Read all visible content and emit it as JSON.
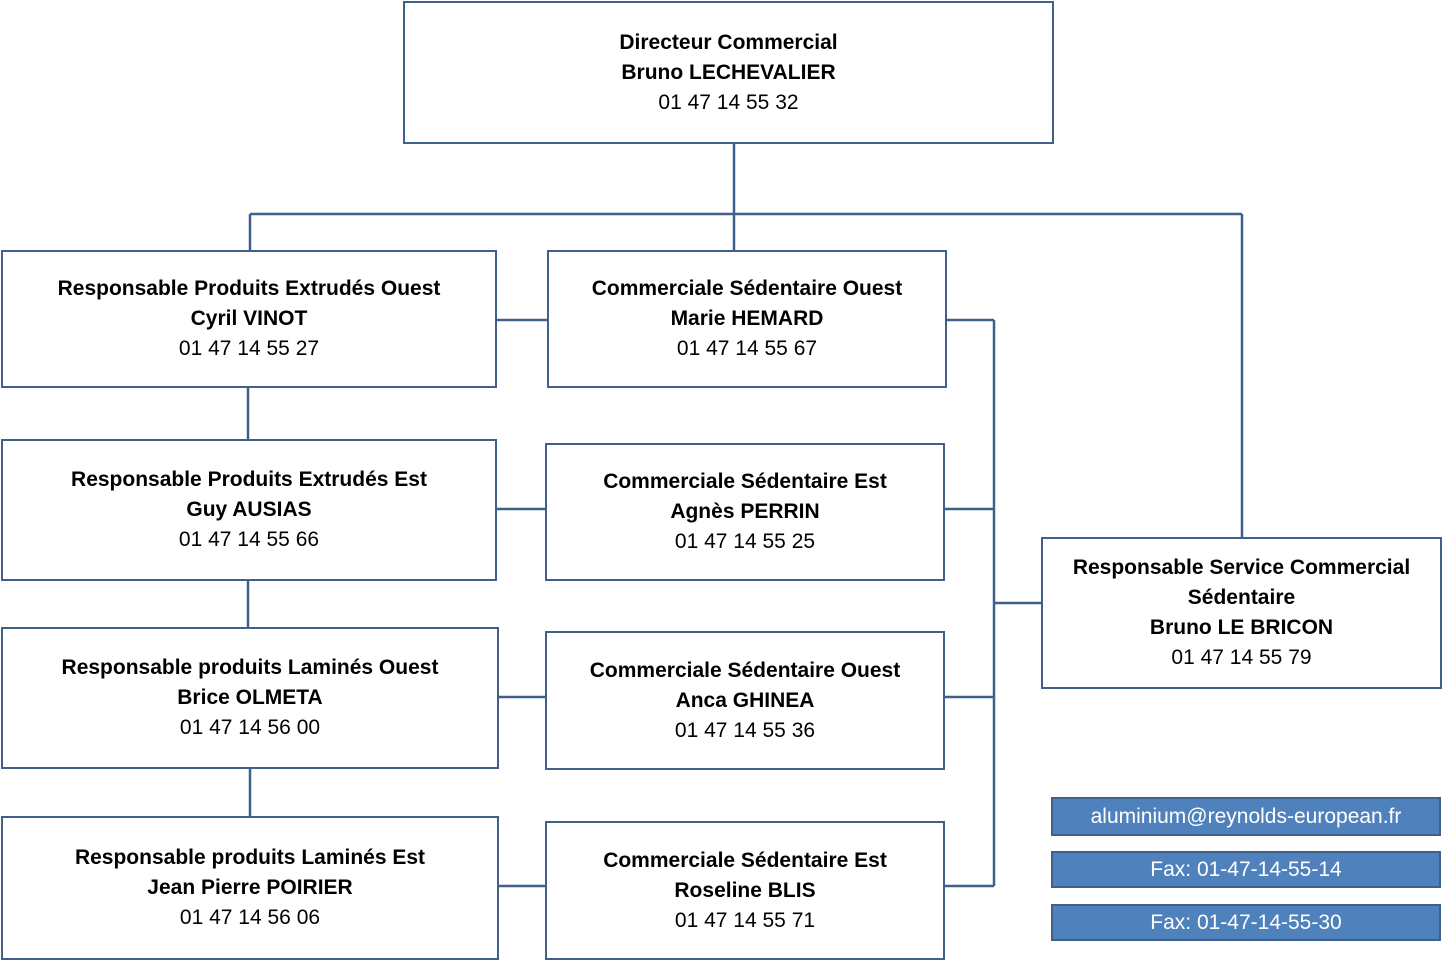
{
  "colors": {
    "accent": "#4f81bd",
    "border": "#3f6189",
    "line": "#3f6189"
  },
  "director": {
    "title": "Directeur Commercial",
    "name": "Bruno LECHEVALIER",
    "phone": "01 47 14 55  32"
  },
  "left_column": [
    {
      "title": "Responsable Produits Extrudés Ouest",
      "name": "Cyril VINOT",
      "phone": "01 47 14 55 27"
    },
    {
      "title": "Responsable Produits Extrudés Est",
      "name": "Guy AUSIAS",
      "phone": "01 47 14 55 66"
    },
    {
      "title": "Responsable produits Laminés Ouest",
      "name": "Brice OLMETA",
      "phone": "01 47 14 56 00"
    },
    {
      "title": "Responsable produits Laminés Est",
      "name": "Jean Pierre POIRIER",
      "phone": "01 47 14 56 06"
    }
  ],
  "middle_column": [
    {
      "title": "Commerciale Sédentaire Ouest",
      "name": "Marie HEMARD",
      "phone": "01 47 14 55 67"
    },
    {
      "title": "Commerciale Sédentaire Est",
      "name": "Agnès PERRIN",
      "phone": "01 47 14 55 25"
    },
    {
      "title": "Commerciale Sédentaire Ouest",
      "name": "Anca GHINEA",
      "phone": "01 47 14 55 36"
    },
    {
      "title": "Commerciale Sédentaire Est",
      "name": "Roseline BLIS",
      "phone": "01 47 14 55 71"
    }
  ],
  "service_head": {
    "title_line1": "Responsable Service Commercial",
    "title_line2": "Sédentaire",
    "name": "Bruno LE BRICON",
    "phone": "01 47 14 55 79"
  },
  "contacts": {
    "email": "aluminium@reynolds-european.fr",
    "fax1": "Fax: 01-47-14-55-14",
    "fax2": "Fax: 01-47-14-55-30"
  }
}
